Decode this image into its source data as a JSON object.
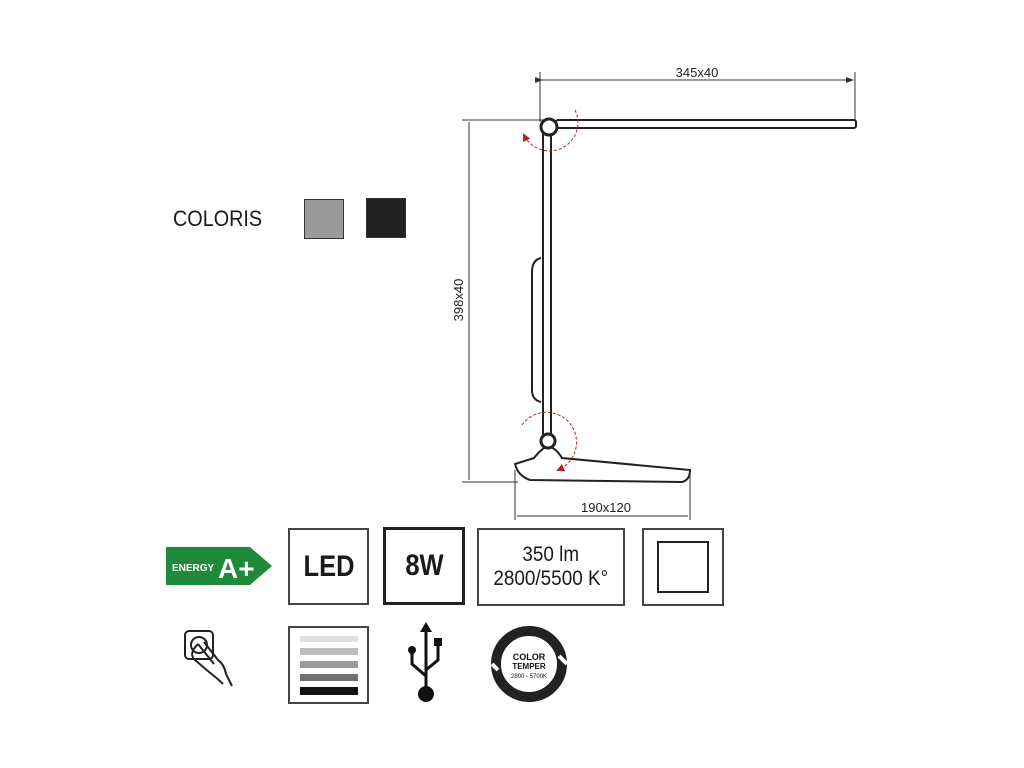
{
  "dimensions": {
    "arm": "345x40",
    "height": "398x40",
    "base": "190x120"
  },
  "colors_section": {
    "label": "COLORIS",
    "swatches": [
      {
        "name": "grey",
        "color": "#9a9a9a"
      },
      {
        "name": "black",
        "color": "#222222"
      }
    ]
  },
  "features": {
    "energy": {
      "label": "ENERGY",
      "class": "A+",
      "color": "#1f8a3c"
    },
    "light_source": "LED",
    "power": "8W",
    "lumen": "350 lm",
    "color_temperature": "2800/5500 K°",
    "color_temper_badge": {
      "line1": "COLOR",
      "line2": "TEMPER",
      "line3": "2800 - 5700K"
    }
  },
  "icons": [
    "touch-switch-icon",
    "dimmer-levels-icon",
    "usb-icon",
    "color-temperature-icon",
    "class-ii-insulation-icon"
  ],
  "accent_arrow_color": "#b22222"
}
